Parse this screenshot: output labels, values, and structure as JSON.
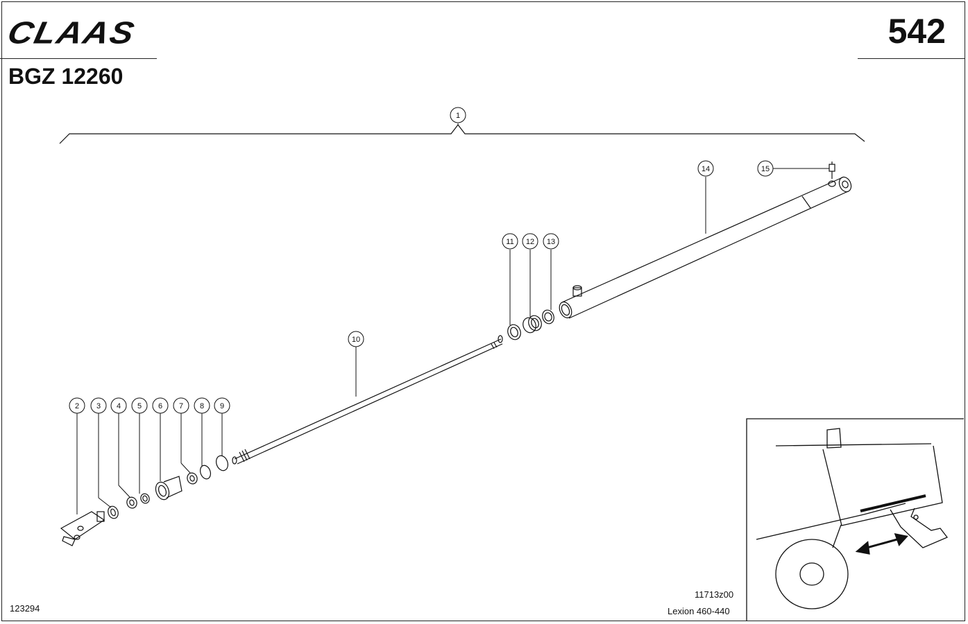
{
  "header": {
    "brand": "CLAAS",
    "page_number": "542",
    "group_code": "BGZ 12260"
  },
  "parts": [
    {
      "label": "1"
    },
    {
      "label": "2"
    },
    {
      "label": "3"
    },
    {
      "label": "4"
    },
    {
      "label": "5"
    },
    {
      "label": "6"
    },
    {
      "label": "7"
    },
    {
      "label": "8"
    },
    {
      "label": "9"
    },
    {
      "label": "10"
    },
    {
      "label": "11"
    },
    {
      "label": "12"
    },
    {
      "label": "13"
    },
    {
      "label": "14"
    },
    {
      "label": "15"
    }
  ],
  "footer": {
    "drawing_ref": "11713z00",
    "model": "Lexion 460-440",
    "doc_id": "123294"
  }
}
